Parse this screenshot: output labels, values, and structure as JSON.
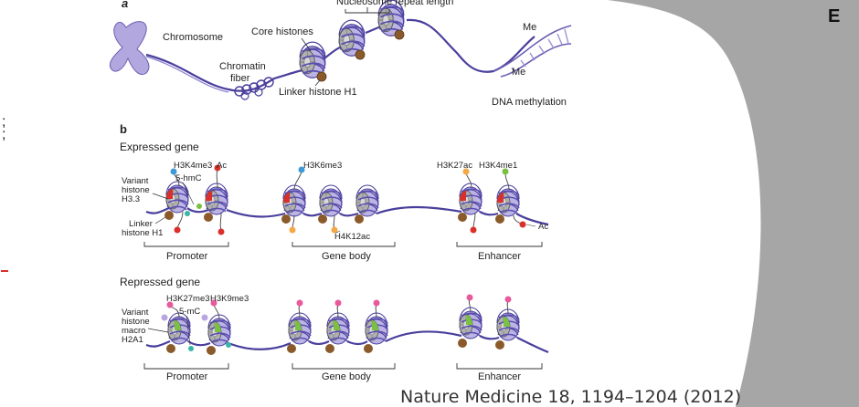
{
  "panel_a": {
    "letter": "a",
    "chromosome": "Chromosome",
    "chromatin_fiber_1": "Chromatin",
    "chromatin_fiber_2": "fiber",
    "core_histones": "Core histones",
    "linker_histone": "Linker histone H1",
    "nucleosome_repeat_length": "Nucleosome repeat length",
    "me_top": "Me",
    "me_bottom": "Me",
    "dna_methylation": "DNA methylation"
  },
  "panel_b": {
    "letter": "b",
    "expressed": {
      "title": "Expressed gene",
      "variant_1": "Variant",
      "variant_2": "histone",
      "variant_3": "H3.3",
      "linker_1": "Linker",
      "linker_2": "histone H1",
      "h3k4me3": "H3K4me3",
      "ac": "Ac",
      "hmc": "5-hmC",
      "h3k36me3": "H3K6me3",
      "h4k12ac": "H4K12ac",
      "h3k27ac": "H3K27ac",
      "h3k4me1": "H3K4me1",
      "ac2": "Ac",
      "promoter": "Promoter",
      "gene_body": "Gene body",
      "enhancer": "Enhancer"
    },
    "repressed": {
      "title": "Repressed gene",
      "variant_1": "Variant",
      "variant_2": "histone",
      "variant_3": "macro",
      "variant_4": "H2A1",
      "h3k27me3": "H3K27me3",
      "h3k9me3": "H3K9me3",
      "mc": "5-mC",
      "promoter": "Promoter",
      "gene_body": "Gene body",
      "enhancer": "Enhancer"
    }
  },
  "citation": "Nature Medicine 18, 1194–1204 (2012)",
  "edge_letter": "E",
  "colors": {
    "dna": "#4a3f9c",
    "histone_gray": "#a9a9a9",
    "histone_purple": "#a79fd6",
    "linker_brown": "#8b5a2b",
    "active_red": "#d9302c",
    "repressive_green": "#7ac143",
    "mark_blue": "#3d9ad6",
    "mark_orange": "#f5a845",
    "mark_pink": "#e85a9c",
    "mark_lavender": "#b9a5e0",
    "mark_teal": "#3ab5a8",
    "background_gray": "#a6a6a6"
  }
}
